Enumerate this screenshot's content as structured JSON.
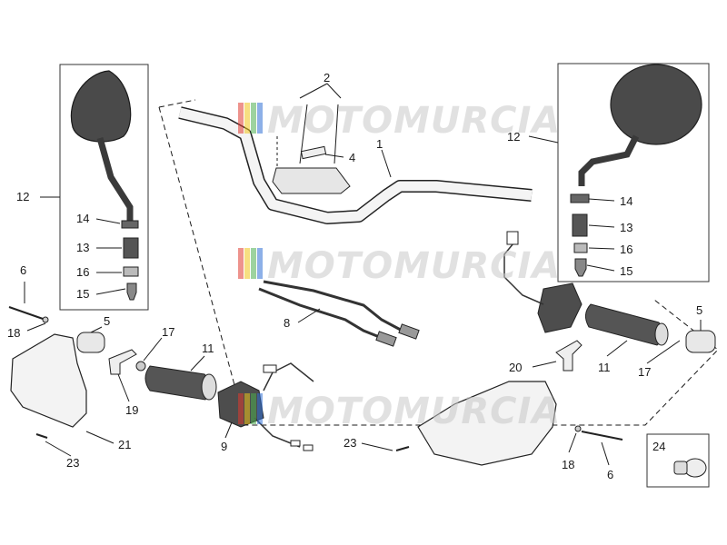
{
  "watermark": {
    "text": "MOTOMURCIA",
    "stripe_colors": [
      "#e03a2f",
      "#f0c419",
      "#4caf50",
      "#2f6fd6"
    ]
  },
  "callouts": {
    "c1": "1",
    "c2": "2",
    "c4": "4",
    "c5l": "5",
    "c5r": "5",
    "c6l": "6",
    "c6r": "6",
    "c8": "8",
    "c9": "9",
    "c11l": "11",
    "c11r": "11",
    "c12l": "12",
    "c12r": "12",
    "c13l": "13",
    "c13r": "13",
    "c14l": "14",
    "c14r": "14",
    "c15l": "15",
    "c15r": "15",
    "c16l": "16",
    "c16r": "16",
    "c17l": "17",
    "c17r": "17",
    "c18l": "18",
    "c18r": "18",
    "c19": "19",
    "c20": "20",
    "c21": "21",
    "c23l": "23",
    "c23r": "23",
    "c24": "24"
  },
  "colors": {
    "line": "#1a1a1a",
    "part_dark": "#5a5a5a",
    "part_light": "#e8e8e8"
  }
}
